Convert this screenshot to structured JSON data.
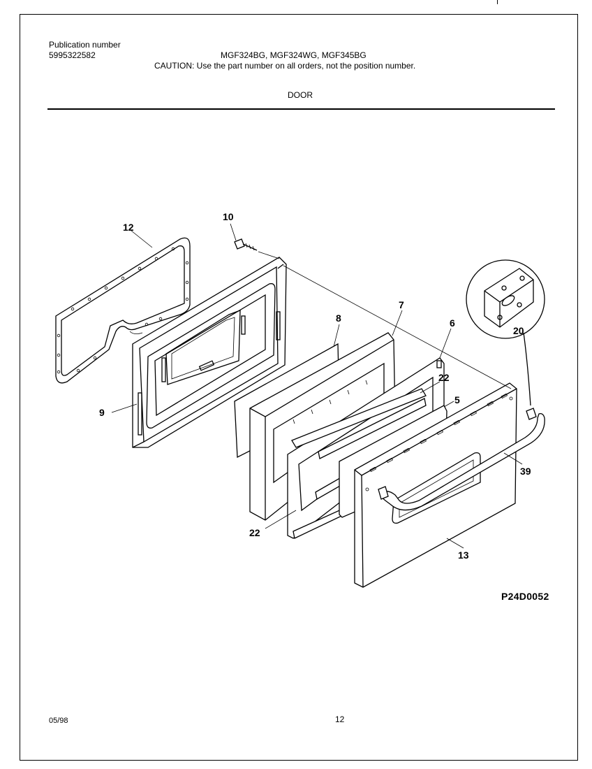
{
  "header": {
    "publication_label": "Publication number",
    "publication_number": "5995322582",
    "models": "MGF324BG, MGF324WG, MGF345BG",
    "caution": "CAUTION:  Use the part number on all orders, not the position number.",
    "section_title": "DOOR"
  },
  "diagram": {
    "code": "P24D0052",
    "callouts": {
      "c12": "12",
      "c10": "10",
      "c9": "9",
      "c8": "8",
      "c7": "7",
      "c6": "6",
      "c20": "20",
      "c22a": "22",
      "c5": "5",
      "c39": "39",
      "c22b": "22",
      "c13": "13"
    }
  },
  "footer": {
    "date": "05/98",
    "page": "12"
  }
}
